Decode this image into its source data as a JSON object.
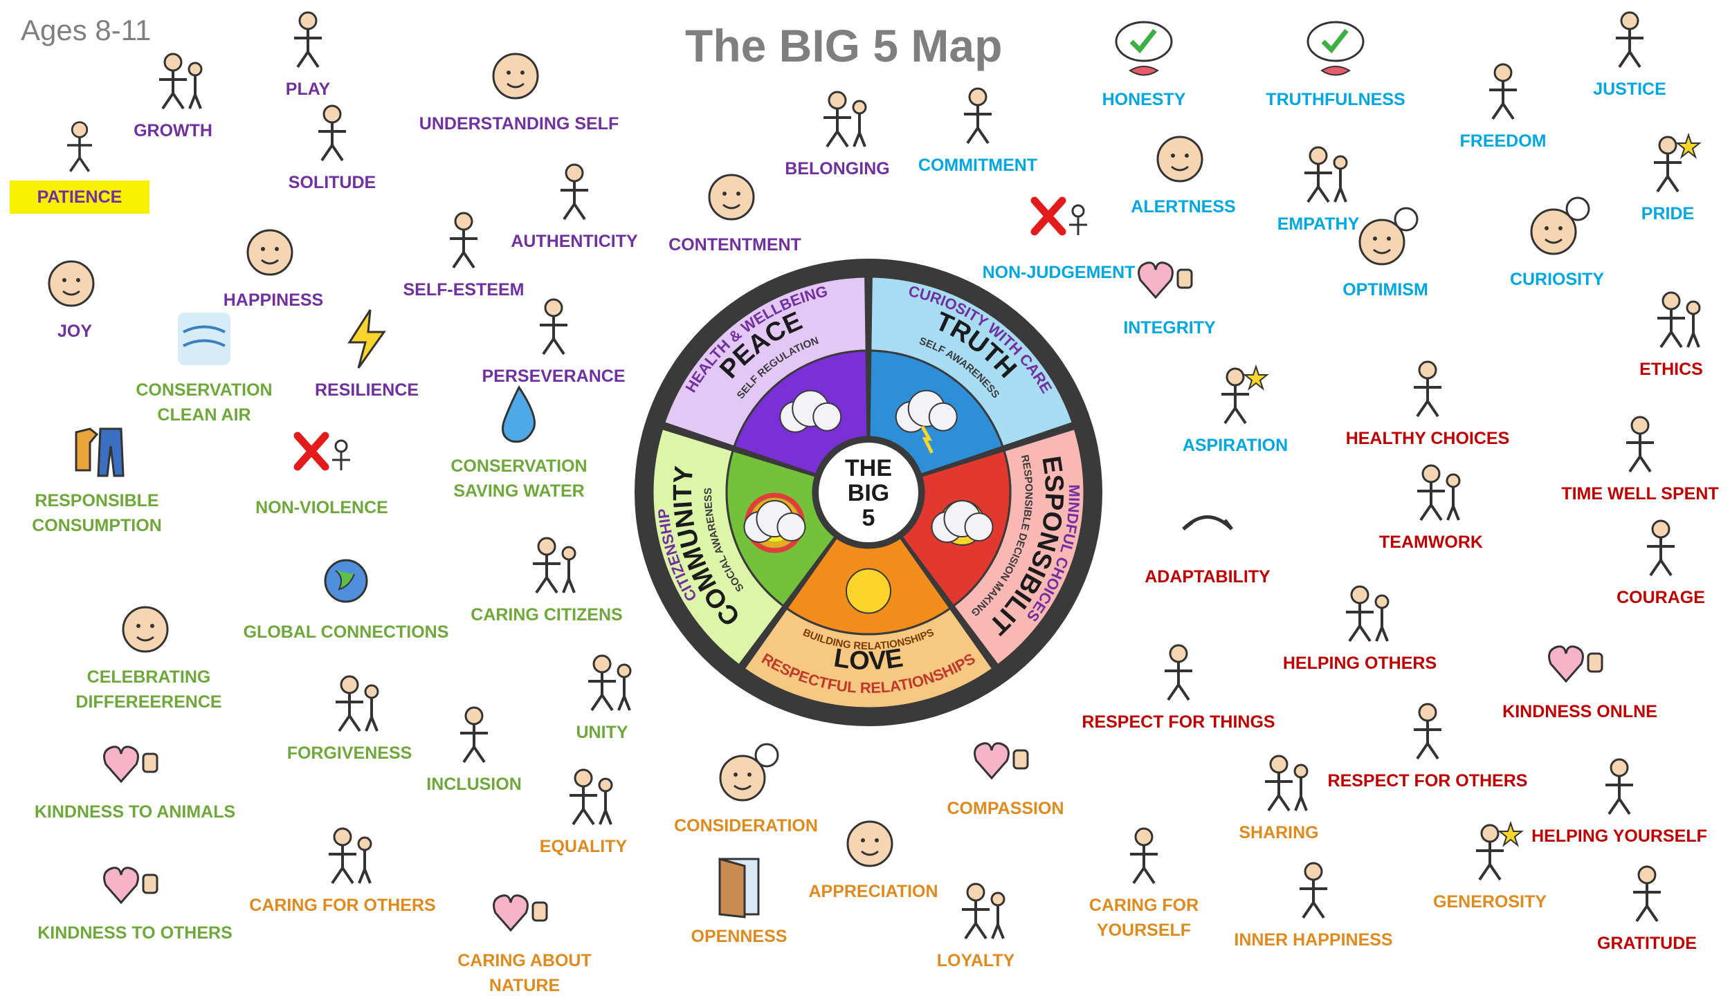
{
  "header": {
    "age_label": "Ages 8-11",
    "title": "The BIG 5 Map"
  },
  "colors": {
    "purple": "#7030a0",
    "blue": "#00a7e1",
    "green": "#6fa83a",
    "orange": "#e08a1e",
    "red": "#c00000",
    "highlight": "#f7f000",
    "gray": "#7f7f7f"
  },
  "wheel": {
    "center": "THE\nBIG\n5",
    "segments": [
      {
        "outer": "HEALTH & WELLBEING",
        "main": "PEACE",
        "inner": "SELF REGULATION",
        "color": "#e3c8f5",
        "scene": "night-cloud"
      },
      {
        "outer": "CURIOSITY WITH CARE",
        "main": "TRUTH",
        "inner": "SELF AWARENESS",
        "color": "#a8dcf3",
        "scene": "storm-cloud"
      },
      {
        "outer": "MINDFUL CHOICES",
        "main": "RESPONSIBILITY",
        "inner": "RESPONSIBLE DECISION MAKING",
        "color": "#f9b8b4",
        "scene": "sunset-rain"
      },
      {
        "outer": "RESPECTFUL RELATIONSHIPS",
        "main": "LOVE",
        "inner": "BUILDING RELATIONSHIPS",
        "color": "#f7c882",
        "scene": "sunrise"
      },
      {
        "outer": "CITIZENSHIP",
        "main": "COMMUNITY",
        "inner": "SOCIAL AWARENESS",
        "color": "#dcf5a8",
        "scene": "rainbow"
      }
    ]
  },
  "items": [
    {
      "id": "patience",
      "label": "PATIENCE",
      "color": "#7030a0",
      "icon": "person-thumbs-up-icon",
      "highlight": true
    },
    {
      "id": "growth",
      "label": "GROWTH",
      "color": "#7030a0",
      "icon": "growth-people-icon"
    },
    {
      "id": "play",
      "label": "PLAY",
      "color": "#7030a0",
      "icon": "children-playing-icon"
    },
    {
      "id": "solitude",
      "label": "SOLITUDE",
      "color": "#7030a0",
      "icon": "person-alone-icon"
    },
    {
      "id": "understanding-self",
      "label": "UNDERSTANDING SELF",
      "color": "#7030a0",
      "icon": "thinking-face-icon"
    },
    {
      "id": "authenticity",
      "label": "AUTHENTICITY",
      "color": "#7030a0",
      "icon": "portrait-check-icon"
    },
    {
      "id": "happiness",
      "label": "HAPPINESS",
      "color": "#7030a0",
      "icon": "smiling-face-icon"
    },
    {
      "id": "self-esteem",
      "label": "SELF-ESTEEM",
      "color": "#7030a0",
      "icon": "proud-person-icon"
    },
    {
      "id": "joy",
      "label": "JOY",
      "color": "#7030a0",
      "icon": "laughing-face-icon"
    },
    {
      "id": "resilience",
      "label": "RESILIENCE",
      "color": "#7030a0",
      "icon": "lightning-icon"
    },
    {
      "id": "perseverance",
      "label": "PERSEVERANCE",
      "color": "#7030a0",
      "icon": "climbing-person-icon"
    },
    {
      "id": "contentment",
      "label": "CONTENTMENT",
      "color": "#7030a0",
      "icon": "calm-face-icon"
    },
    {
      "id": "belonging",
      "label": "BELONGING",
      "color": "#7030a0",
      "icon": "hands-holding-sun-icon"
    },
    {
      "id": "conservation-clean-air",
      "label": "CONSERVATION\nCLEAN AIR",
      "color": "#6fa83a",
      "icon": "wind-icon"
    },
    {
      "id": "conservation-saving-water",
      "label": "CONSERVATION\nSAVING WATER",
      "color": "#6fa83a",
      "icon": "water-drop-icon"
    },
    {
      "id": "responsible-consumption",
      "label": "RESPONSIBLE\nCONSUMPTION",
      "color": "#6fa83a",
      "icon": "clothes-icon"
    },
    {
      "id": "non-violence",
      "label": "NON-VIOLENCE",
      "color": "#6fa83a",
      "icon": "cross-fight-icon"
    },
    {
      "id": "global-connections",
      "label": "GLOBAL CONNECTIONS",
      "color": "#6fa83a",
      "icon": "globe-arrows-icon"
    },
    {
      "id": "caring-citizens",
      "label": "CARING CITIZENS",
      "color": "#6fa83a",
      "icon": "people-houses-icon"
    },
    {
      "id": "celebrating-difference",
      "label": "CELEBRATING DIFFEREERENCE",
      "color": "#6fa83a",
      "icon": "diverse-faces-icon"
    },
    {
      "id": "unity",
      "label": "UNITY",
      "color": "#6fa83a",
      "icon": "holding-hands-icon"
    },
    {
      "id": "forgiveness",
      "label": "FORGIVENESS",
      "color": "#6fa83a",
      "icon": "forgiving-people-icon"
    },
    {
      "id": "inclusion",
      "label": "INCLUSION",
      "color": "#6fa83a",
      "icon": "inclusive-circle-icon"
    },
    {
      "id": "kindness-to-animals",
      "label": "KINDNESS TO ANIMALS",
      "color": "#6fa83a",
      "icon": "heart-animals-icon"
    },
    {
      "id": "kindness-to-others",
      "label": "KINDNESS TO OTHERS",
      "color": "#6fa83a",
      "icon": "heart-others-icon"
    },
    {
      "id": "caring-for-others",
      "label": "CARING FOR OTHERS",
      "color": "#e08a1e",
      "icon": "caring-people-icon"
    },
    {
      "id": "equality",
      "label": "EQUALITY",
      "color": "#e08a1e",
      "icon": "equal-people-icon"
    },
    {
      "id": "caring-about-nature",
      "label": "CARING ABOUT NATURE",
      "color": "#e08a1e",
      "icon": "tree-heart-icon"
    },
    {
      "id": "consideration",
      "label": "CONSIDERATION",
      "color": "#e08a1e",
      "icon": "thoughtful-face-icon"
    },
    {
      "id": "openness",
      "label": "OPENNESS",
      "color": "#e08a1e",
      "icon": "open-door-icon"
    },
    {
      "id": "appreciation",
      "label": "APPRECIATION",
      "color": "#e08a1e",
      "icon": "appreciation-face-icon"
    },
    {
      "id": "compassion",
      "label": "COMPASSION",
      "color": "#e08a1e",
      "icon": "heart-thumbs-icon"
    },
    {
      "id": "loyalty",
      "label": "LOYALTY",
      "color": "#e08a1e",
      "icon": "loyalty-group-icon"
    },
    {
      "id": "caring-for-yourself",
      "label": "CARING FOR YOURSELF",
      "color": "#e08a1e",
      "icon": "self-care-icon"
    },
    {
      "id": "sharing",
      "label": "SHARING",
      "color": "#e08a1e",
      "icon": "sharing-hands-icon"
    },
    {
      "id": "inner-happiness",
      "label": "INNER HAPPINESS",
      "color": "#e08a1e",
      "icon": "glowing-person-icon"
    },
    {
      "id": "generosity",
      "label": "GENEROSITY",
      "color": "#e08a1e",
      "icon": "giving-star-icon"
    },
    {
      "id": "commitment",
      "label": "COMMITMENT",
      "color": "#00a7e1",
      "icon": "raised-hand-icon"
    },
    {
      "id": "non-judgement",
      "label": "NON-JUDGEMENT",
      "color": "#00a7e1",
      "icon": "cross-scales-icon"
    },
    {
      "id": "honesty",
      "label": "HONESTY",
      "color": "#00a7e1",
      "icon": "speech-check-icon"
    },
    {
      "id": "truthfulness",
      "label": "TRUTHFULNESS",
      "color": "#00a7e1",
      "icon": "speech-check-icon"
    },
    {
      "id": "justice",
      "label": "JUSTICE",
      "color": "#00a7e1",
      "icon": "judge-scales-icon"
    },
    {
      "id": "freedom",
      "label": "FREEDOM",
      "color": "#00a7e1",
      "icon": "broken-chains-icon"
    },
    {
      "id": "alertness",
      "label": "ALERTNESS",
      "color": "#00a7e1",
      "icon": "alert-face-icon"
    },
    {
      "id": "empathy",
      "label": "EMPATHY",
      "color": "#00a7e1",
      "icon": "empathy-people-icon"
    },
    {
      "id": "pride",
      "label": "PRIDE",
      "color": "#00a7e1",
      "icon": "star-person-icon"
    },
    {
      "id": "integrity",
      "label": "INTEGRITY",
      "color": "#00a7e1",
      "icon": "hand-on-heart-icon"
    },
    {
      "id": "optimism",
      "label": "OPTIMISM",
      "color": "#00a7e1",
      "icon": "thumbs-thought-icon"
    },
    {
      "id": "curiosity",
      "label": "CURIOSITY",
      "color": "#00a7e1",
      "icon": "question-thought-icon"
    },
    {
      "id": "aspiration",
      "label": "ASPIRATION",
      "color": "#00a7e1",
      "icon": "stairs-star-icon"
    },
    {
      "id": "healthy-choices",
      "label": "HEALTHY CHOICES",
      "color": "#c00000",
      "icon": "health-icon"
    },
    {
      "id": "ethics",
      "label": "ETHICS",
      "color": "#c00000",
      "icon": "handshake-check-icon"
    },
    {
      "id": "adaptability",
      "label": "ADAPTABILITY",
      "color": "#c00000",
      "icon": "curved-arrows-icon"
    },
    {
      "id": "teamwork",
      "label": "TEAMWORK",
      "color": "#c00000",
      "icon": "team-icon"
    },
    {
      "id": "time-well-spent",
      "label": "TIME WELL SPENT",
      "color": "#c00000",
      "icon": "radiant-person-icon"
    },
    {
      "id": "courage",
      "label": "COURAGE",
      "color": "#c00000",
      "icon": "brave-person-icon"
    },
    {
      "id": "helping-others",
      "label": "HELPING OTHERS",
      "color": "#c00000",
      "icon": "helping-people-icon"
    },
    {
      "id": "kindness-online",
      "label": "KINDNESS ONLNE",
      "color": "#c00000",
      "icon": "heart-computer-icon"
    },
    {
      "id": "respect-for-things",
      "label": "RESPECT FOR THINGS",
      "color": "#c00000",
      "icon": "respect-phone-icon"
    },
    {
      "id": "respect-for-others",
      "label": "RESPECT FOR OTHERS",
      "color": "#c00000",
      "icon": "respect-person-icon"
    },
    {
      "id": "helping-yourself",
      "label": "HELPING YOURSELF",
      "color": "#c00000",
      "icon": "self-help-icon"
    },
    {
      "id": "gratitude",
      "label": "GRATITUDE",
      "color": "#c00000",
      "icon": "grateful-person-icon"
    }
  ]
}
